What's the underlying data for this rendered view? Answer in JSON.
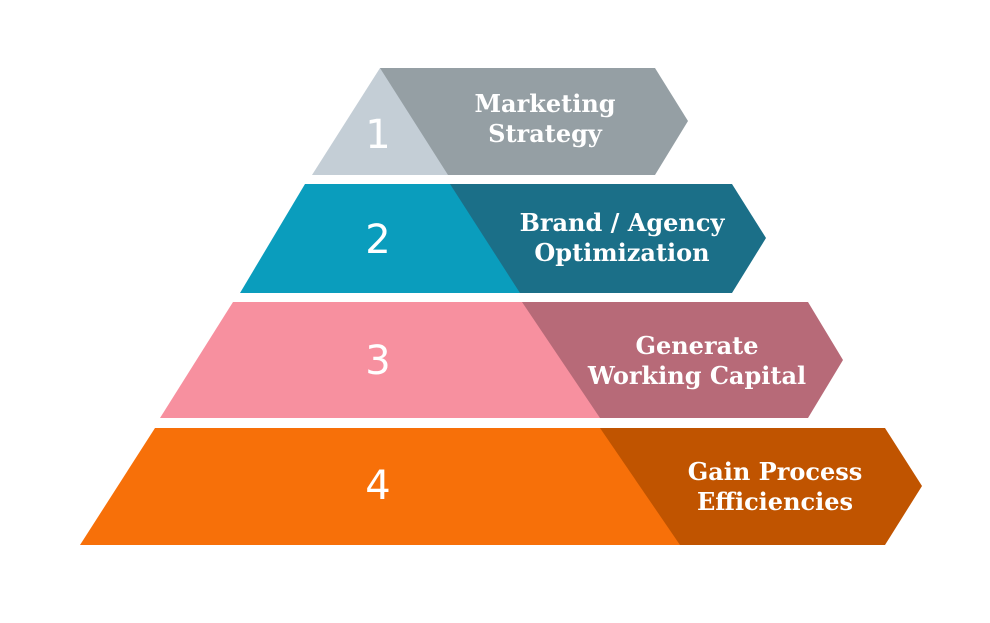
{
  "levels": [
    {
      "number": "1",
      "label_line1": "Marketing",
      "label_line2": "Strategy",
      "left_color": "#c4ced6",
      "right_color": "#959fa4"
    },
    {
      "number": "2",
      "label_line1": "Brand / Agency",
      "label_line2": "Optimization",
      "left_color": "#0a9dbd",
      "right_color": "#1b6f88"
    },
    {
      "number": "3",
      "label_line1": "Generate",
      "label_line2": "Working Capital",
      "left_color": "#f7909f",
      "right_color": "#b76a78"
    },
    {
      "number": "4",
      "label_line1": "Gain Process",
      "label_line2": "Efficiencies",
      "left_color": "#f77009",
      "right_color": "#c05400"
    }
  ]
}
